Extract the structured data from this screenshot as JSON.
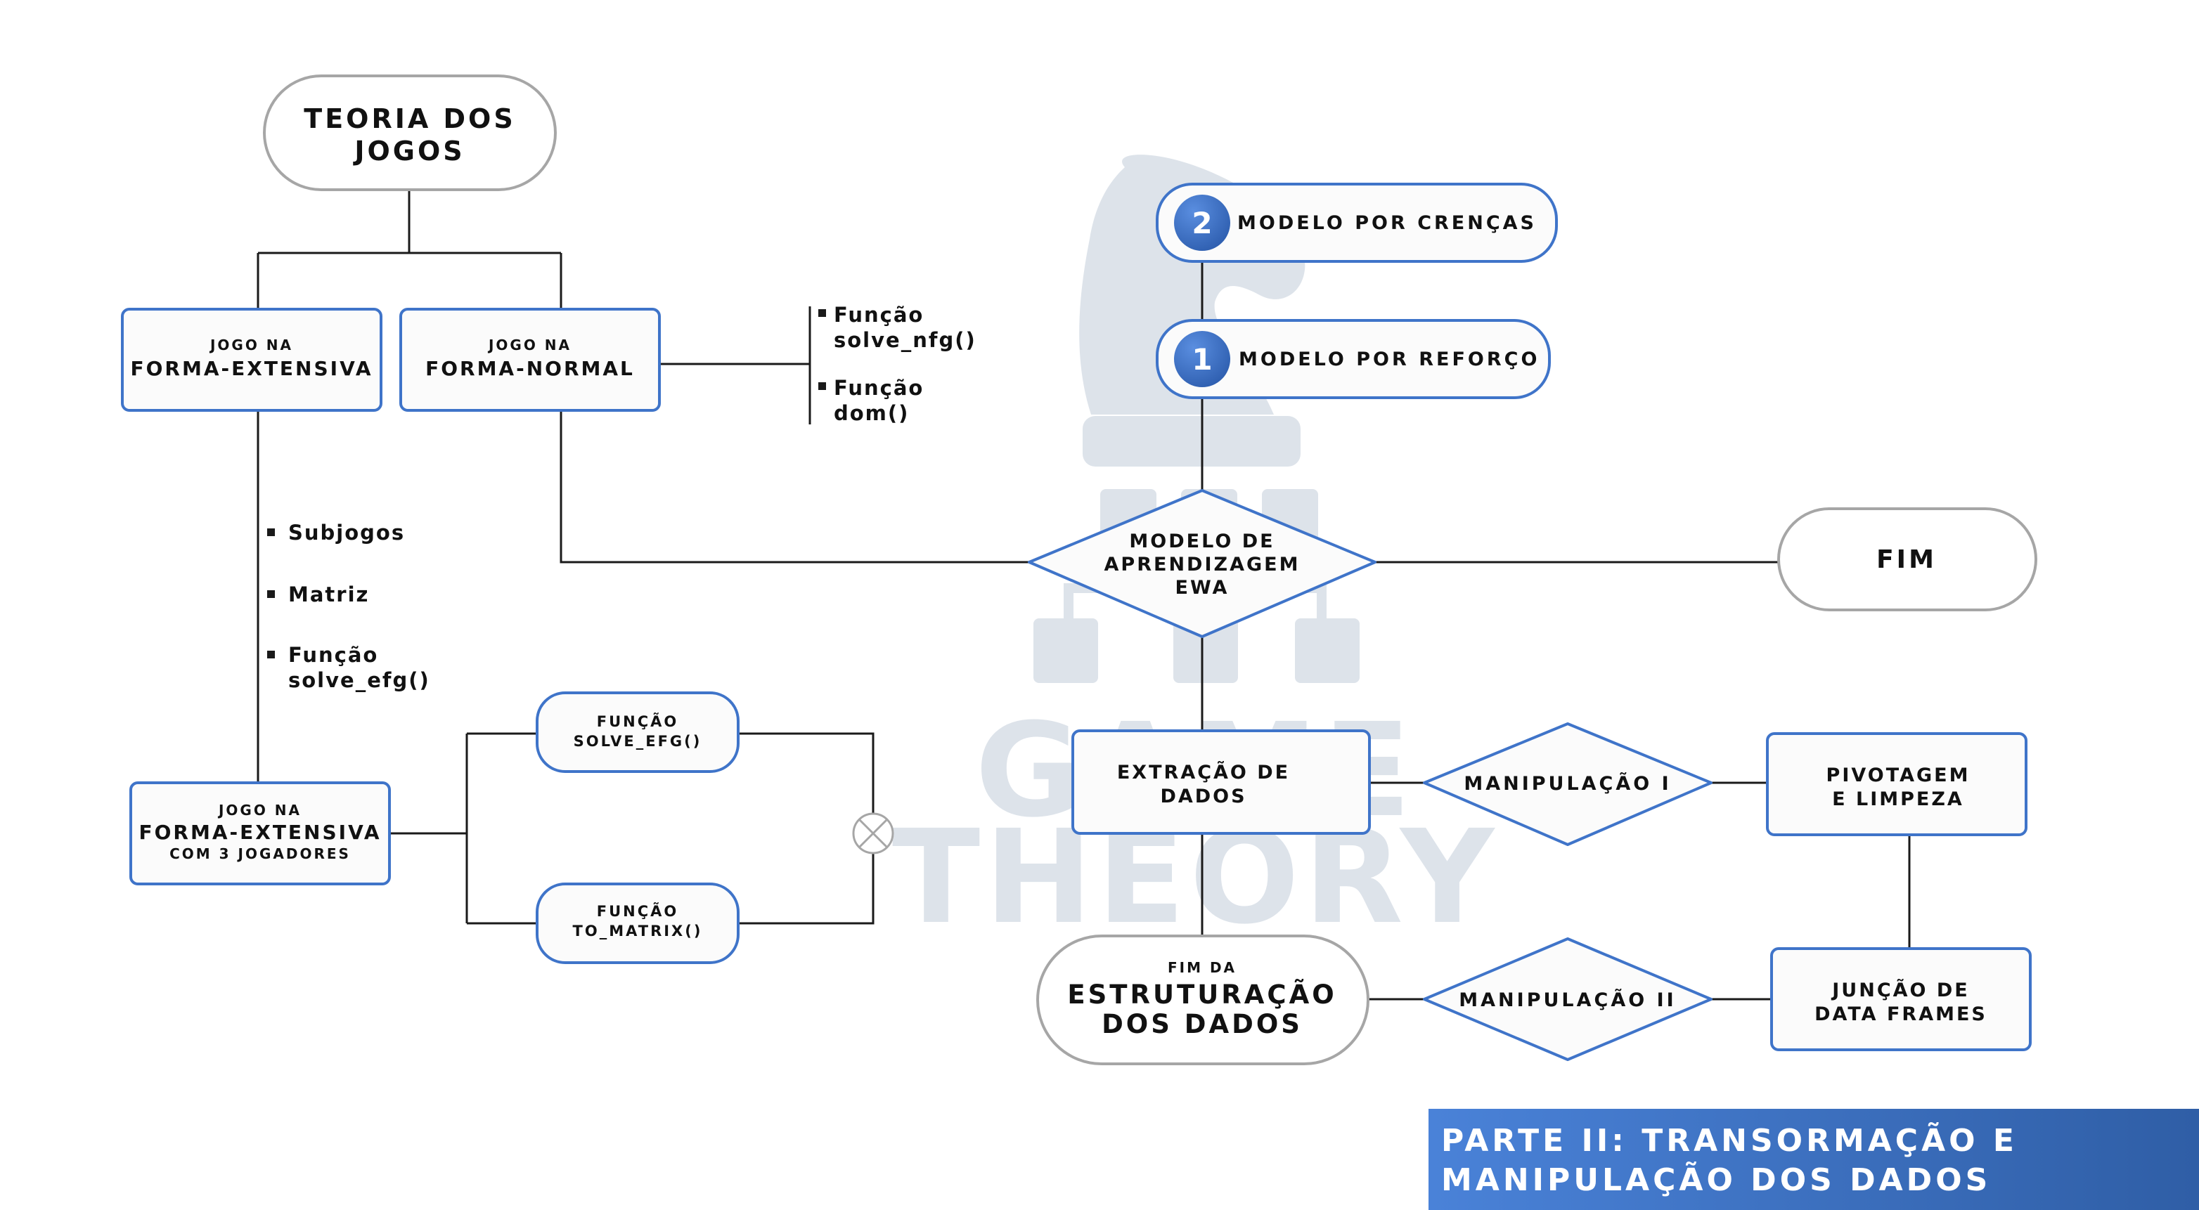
{
  "colors": {
    "accent": "#3f74c9",
    "accent_dark": "#2c5cad",
    "line": "#1a1a1a",
    "terminal_border": "#a6a6a6",
    "node_fill": "#fbfbfb",
    "watermark": "#dde3ea",
    "footer_start": "#4a82d8",
    "footer_end": "#2f5ea6"
  },
  "watermark": {
    "line1": "GAME",
    "line2": "THEORY",
    "icon": "chess-knight-icon"
  },
  "nodes": {
    "teoria": {
      "line1": "TEORIA DOS",
      "line2": "JOGOS"
    },
    "forma_extensiva": {
      "small": "JOGO NA",
      "big": "FORMA-EXTENSIVA"
    },
    "forma_normal": {
      "small": "JOGO NA",
      "big": "FORMA-NORMAL"
    },
    "forma_extensiva_3": {
      "small": "JOGO NA",
      "big": "FORMA-EXTENSIVA",
      "sub": "COM 3 JOGADORES"
    },
    "solve_efg": {
      "line1": "FUNÇÃO",
      "line2": "SOLVE_EFG()"
    },
    "to_matrix": {
      "line1": "FUNÇÃO",
      "line2": "TO_MATRIX()"
    },
    "crencas": {
      "number": "2",
      "label": "MODELO POR CRENÇAS"
    },
    "reforco": {
      "number": "1",
      "label": "MODELO POR REFORÇO"
    },
    "ewa": {
      "line1": "MODELO DE",
      "line2": "APRENDIZAGEM",
      "line3": "EWA"
    },
    "fim": {
      "label": "FIM"
    },
    "extracao": {
      "line1": "EXTRAÇÃO DE",
      "line2": "DADOS"
    },
    "manip1": {
      "label": "MANIPULAÇÃO I"
    },
    "pivotagem": {
      "line1": "PIVOTAGEM",
      "line2": "E LIMPEZA"
    },
    "fim_estruturacao": {
      "small": "FIM DA",
      "line1": "ESTRUTURAÇÃO",
      "line2": "DOS DADOS"
    },
    "manip2": {
      "label": "MANIPULAÇÃO II"
    },
    "juncao": {
      "line1": "JUNÇÃO DE",
      "line2": "DATA FRAMES"
    }
  },
  "lists": {
    "normal_functions": [
      {
        "line1": "Função",
        "line2": "solve_nfg()"
      },
      {
        "line1": "Função",
        "line2": "dom()"
      }
    ],
    "extensiva_items": [
      {
        "line1": "Subjogos",
        "line2": ""
      },
      {
        "line1": "Matriz",
        "line2": ""
      },
      {
        "line1": "Função",
        "line2": "solve_efg()"
      }
    ]
  },
  "footer": {
    "line1": "PARTE II: TRANSORMAÇÃO E",
    "line2": "MANIPULAÇÃO DOS DADOS"
  }
}
